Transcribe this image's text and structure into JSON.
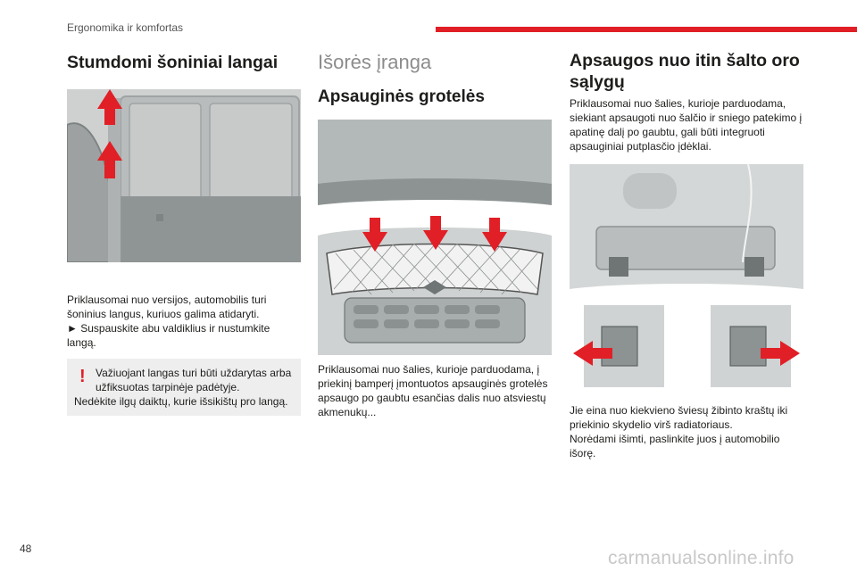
{
  "header": {
    "section_title": "Ergonomika ir komfortas",
    "accent_color": "#e11f26"
  },
  "page_number": "48",
  "watermark": "carmanualsonline.info",
  "col1": {
    "heading": "Stumdomi šoniniai langai",
    "para1": "Priklausomai nuo versijos, automobilis turi šoninius langus, kuriuos galima atidaryti.",
    "step1": "► Suspauskite abu valdiklius ir nustumkite langą.",
    "warning": {
      "icon": "exclamation-icon",
      "line1": "Važiuojant langas turi būti uždarytas arba",
      "line2": "užfiksuotas tarpinėje padėtyje.",
      "line3": "Nedėkite ilgų daiktų, kurie išsikištų pro langą."
    }
  },
  "col2": {
    "heading": "Išorės įranga",
    "subheading": "Apsauginės grotelės",
    "para": "Priklausomai nuo šalies, kurioje parduodama, į priekinį bamperį įmontuotos apsauginės grotelės apsaugo po gaubtu esančias dalis nuo atsviestų akmenukų..."
  },
  "col3": {
    "heading": "Apsaugos nuo itin šalto oro sąlygų",
    "para1": "Priklausomai nuo šalies, kurioje parduodama, siekiant apsaugoti nuo šalčio ir sniego patekimo į apatinę dalį po gaubtu, gali būti integruoti apsauginiai putplasčio įdėklai.",
    "para2": "Jie eina nuo kiekvieno šviesų žibinto kraštų iki priekinio skydelio virš radiatoriaus.",
    "para3": "Norėdami išimti, paslinkite juos į automobilio išorę."
  }
}
